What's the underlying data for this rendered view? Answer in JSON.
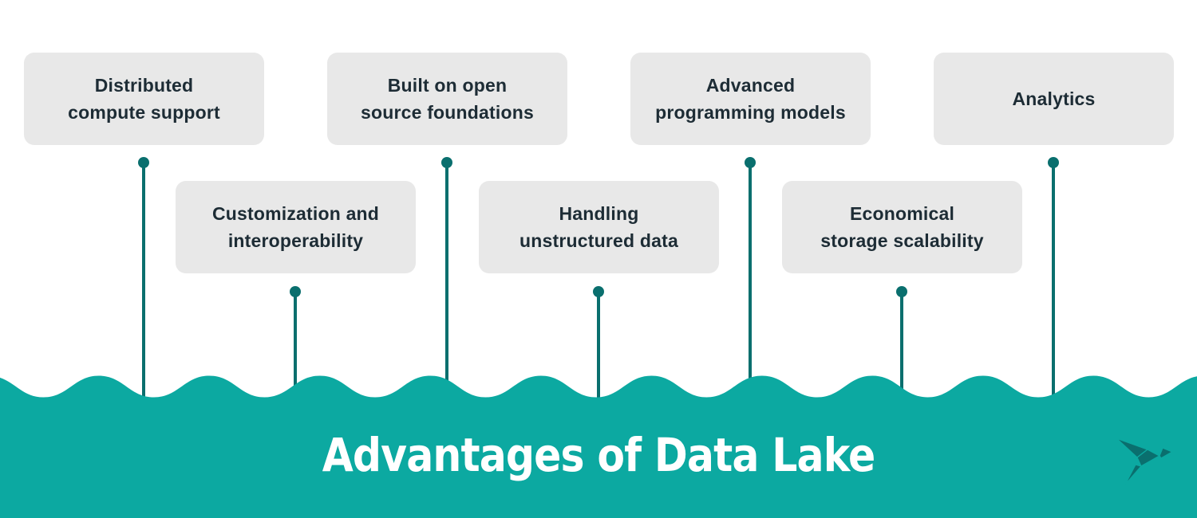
{
  "title": "Advantages of Data Lake",
  "cards": [
    {
      "label": "Distributed\ncompute support"
    },
    {
      "label": "Built on open\nsource foundations"
    },
    {
      "label": "Advanced\nprogramming models"
    },
    {
      "label": "Analytics"
    },
    {
      "label": "Customization and\ninteroperability"
    },
    {
      "label": "Handling\nunstructured data"
    },
    {
      "label": "Economical\nstorage scalability"
    }
  ],
  "logo_icon": "origami-bird-icon",
  "colors": {
    "water": "#0ca9a1",
    "accent_dark": "#0a6f6e",
    "card_bg": "#e8e8e8",
    "card_text": "#1d2c35",
    "title_text": "#ffffff"
  }
}
